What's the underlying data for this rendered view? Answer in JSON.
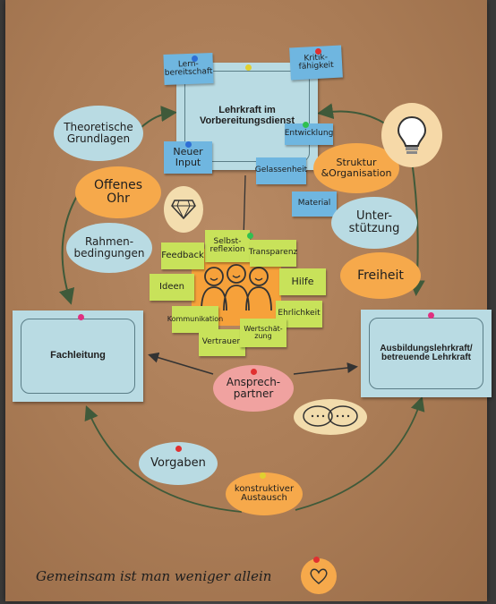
{
  "poster": {
    "center": "Lehrkraft im Vorbereitungsdienst",
    "left_card": "Fachleitung",
    "right_card": "Ausbildungslehrkraft/ betreuende Lehrkraft",
    "bottom_text": "Gemeinsam ist man weniger allein",
    "blue_notes": [
      "Lern-bereitschaft",
      "Kritik-fähigkeit",
      "Neuer Input",
      "Entwicklung",
      "Gelassenheit",
      "Material"
    ],
    "left_ovals": [
      "Theoretische Grundlagen",
      "Offenes Ohr",
      "Rahmen-bedingungen"
    ],
    "right_ovals": [
      "Struktur &Organisation",
      "Unter-stützung",
      "Freiheit"
    ],
    "green_notes": [
      "Selbst-reflexion",
      "Feedback",
      "Transparenz",
      "Ideen",
      "Hilfe",
      "Kommunikation",
      "Ehrlichkeit",
      "Vertrauen",
      "Wertschät-zung"
    ],
    "contact": "Ansprech-partner",
    "bottom_ovals": [
      "Vorgaben",
      "konstruktiver Austausch"
    ]
  },
  "colors": {
    "paper": "#a97b55",
    "light_blue": "#b9dbe3",
    "orange": "#f6a94b",
    "pink": "#f0a2a0",
    "green_sticky": "#c8e25a",
    "blue_sticky": "#6fb6e0"
  },
  "icons": [
    "lightbulb-icon",
    "diamond-icon",
    "people-icon",
    "speech-bubbles-icon",
    "heart-icon"
  ]
}
